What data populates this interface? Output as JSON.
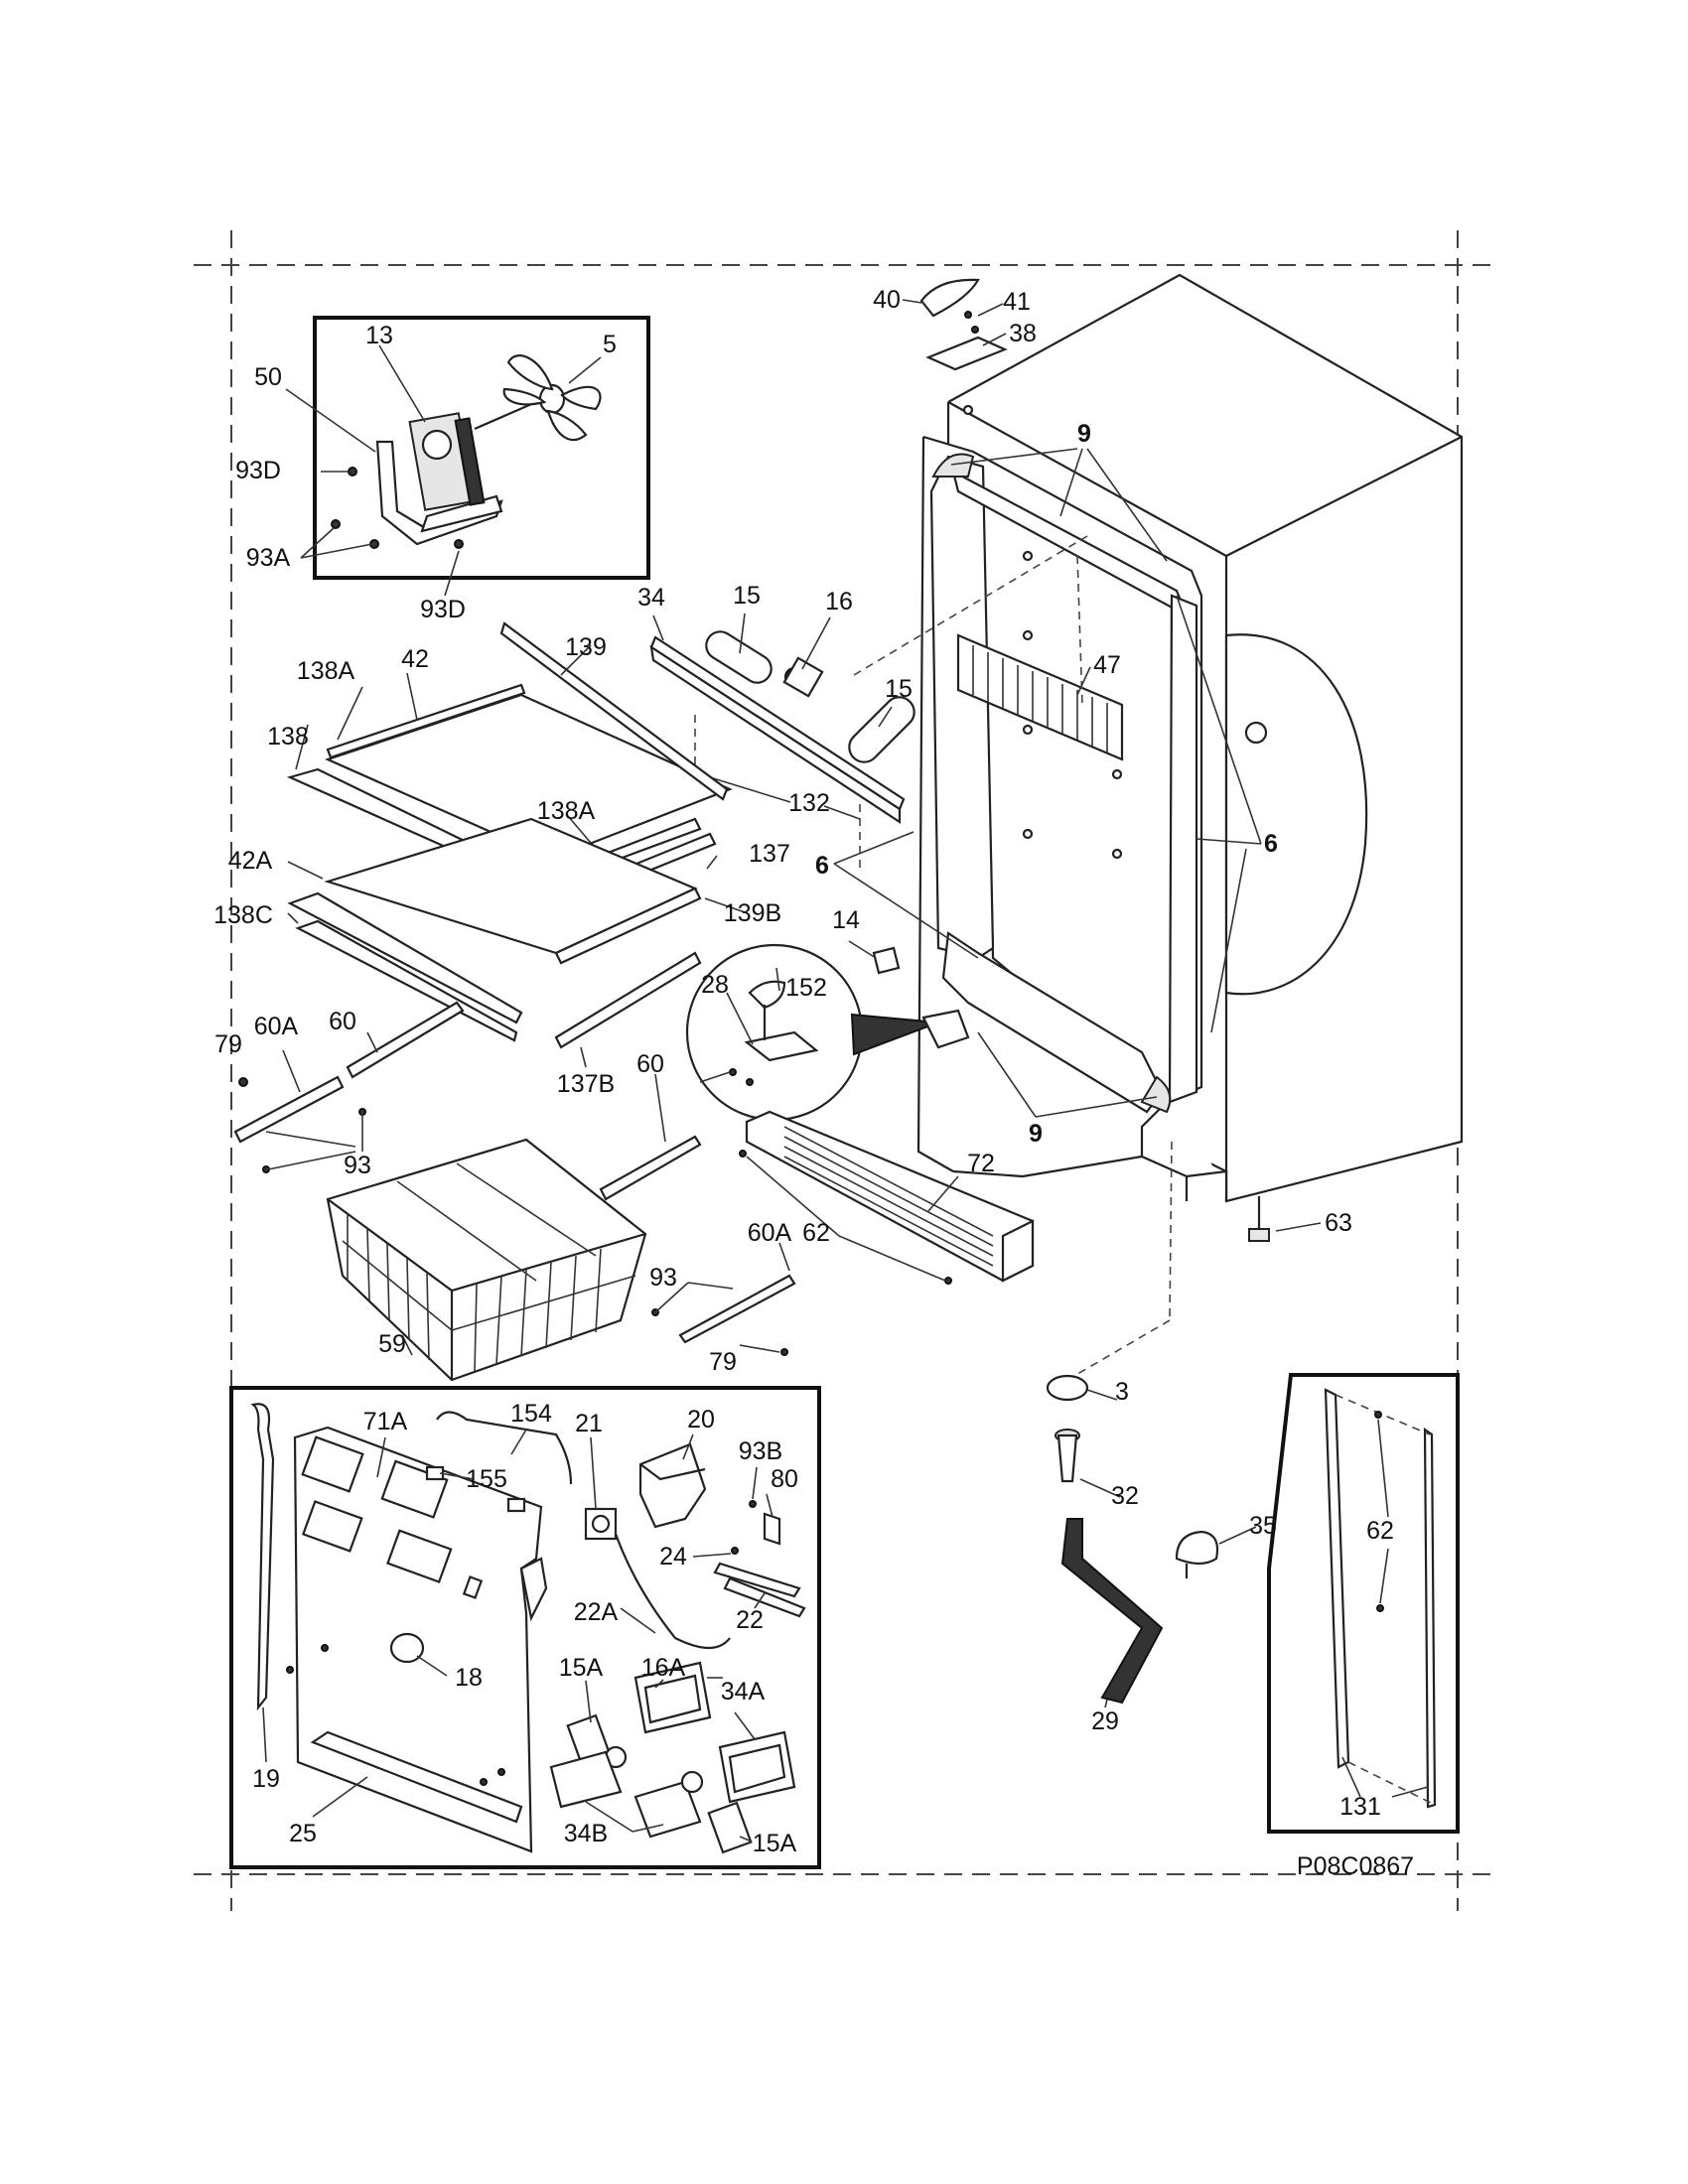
{
  "diagram": {
    "drawing_code": "P08C0867",
    "callouts": [
      {
        "id": "c-13",
        "text": "13"
      },
      {
        "id": "c-5",
        "text": "5"
      },
      {
        "id": "c-50",
        "text": "50"
      },
      {
        "id": "c-93D-a",
        "text": "93D"
      },
      {
        "id": "c-93A",
        "text": "93A"
      },
      {
        "id": "c-93D-b",
        "text": "93D"
      },
      {
        "id": "c-40",
        "text": "40"
      },
      {
        "id": "c-41",
        "text": "41"
      },
      {
        "id": "c-38",
        "text": "38"
      },
      {
        "id": "c-9-a",
        "text": "9"
      },
      {
        "id": "c-9-b",
        "text": "9"
      },
      {
        "id": "c-6-a",
        "text": "6"
      },
      {
        "id": "c-6-b",
        "text": "6"
      },
      {
        "id": "c-34",
        "text": "34"
      },
      {
        "id": "c-15-a",
        "text": "15"
      },
      {
        "id": "c-16",
        "text": "16"
      },
      {
        "id": "c-15-b",
        "text": "15"
      },
      {
        "id": "c-47",
        "text": "47"
      },
      {
        "id": "c-132",
        "text": "132"
      },
      {
        "id": "c-138A-a",
        "text": "138A"
      },
      {
        "id": "c-42",
        "text": "42"
      },
      {
        "id": "c-139",
        "text": "139"
      },
      {
        "id": "c-138",
        "text": "138"
      },
      {
        "id": "c-138A-b",
        "text": "138A"
      },
      {
        "id": "c-137",
        "text": "137"
      },
      {
        "id": "c-42A",
        "text": "42A"
      },
      {
        "id": "c-139B",
        "text": "139B"
      },
      {
        "id": "c-138C",
        "text": "138C"
      },
      {
        "id": "c-137B",
        "text": "137B"
      },
      {
        "id": "c-14",
        "text": "14"
      },
      {
        "id": "c-28",
        "text": "28"
      },
      {
        "id": "c-152",
        "text": "152"
      },
      {
        "id": "c-60-a",
        "text": "60"
      },
      {
        "id": "c-79-a",
        "text": "79"
      },
      {
        "id": "c-60A-a",
        "text": "60A"
      },
      {
        "id": "c-93-a",
        "text": "93"
      },
      {
        "id": "c-60-b",
        "text": "60"
      },
      {
        "id": "c-72",
        "text": "72"
      },
      {
        "id": "c-62-a",
        "text": "62"
      },
      {
        "id": "c-63",
        "text": "63"
      },
      {
        "id": "c-59",
        "text": "59"
      },
      {
        "id": "c-60A-b",
        "text": "60A"
      },
      {
        "id": "c-93-b",
        "text": "93"
      },
      {
        "id": "c-79-b",
        "text": "79"
      },
      {
        "id": "c-3",
        "text": "3"
      },
      {
        "id": "c-32",
        "text": "32"
      },
      {
        "id": "c-35",
        "text": "35"
      },
      {
        "id": "c-29",
        "text": "29"
      },
      {
        "id": "c-62-b",
        "text": "62"
      },
      {
        "id": "c-131",
        "text": "131"
      },
      {
        "id": "c-71A",
        "text": "71A"
      },
      {
        "id": "c-154",
        "text": "154"
      },
      {
        "id": "c-21",
        "text": "21"
      },
      {
        "id": "c-20",
        "text": "20"
      },
      {
        "id": "c-93B",
        "text": "93B"
      },
      {
        "id": "c-80",
        "text": "80"
      },
      {
        "id": "c-155",
        "text": "155"
      },
      {
        "id": "c-24",
        "text": "24"
      },
      {
        "id": "c-22",
        "text": "22"
      },
      {
        "id": "c-22A",
        "text": "22A"
      },
      {
        "id": "c-18",
        "text": "18"
      },
      {
        "id": "c-15A-a",
        "text": "15A"
      },
      {
        "id": "c-16A",
        "text": "16A"
      },
      {
        "id": "c-34A",
        "text": "34A"
      },
      {
        "id": "c-19",
        "text": "19"
      },
      {
        "id": "c-25",
        "text": "25"
      },
      {
        "id": "c-34B",
        "text": "34B"
      },
      {
        "id": "c-15A-b",
        "text": "15A"
      }
    ]
  }
}
